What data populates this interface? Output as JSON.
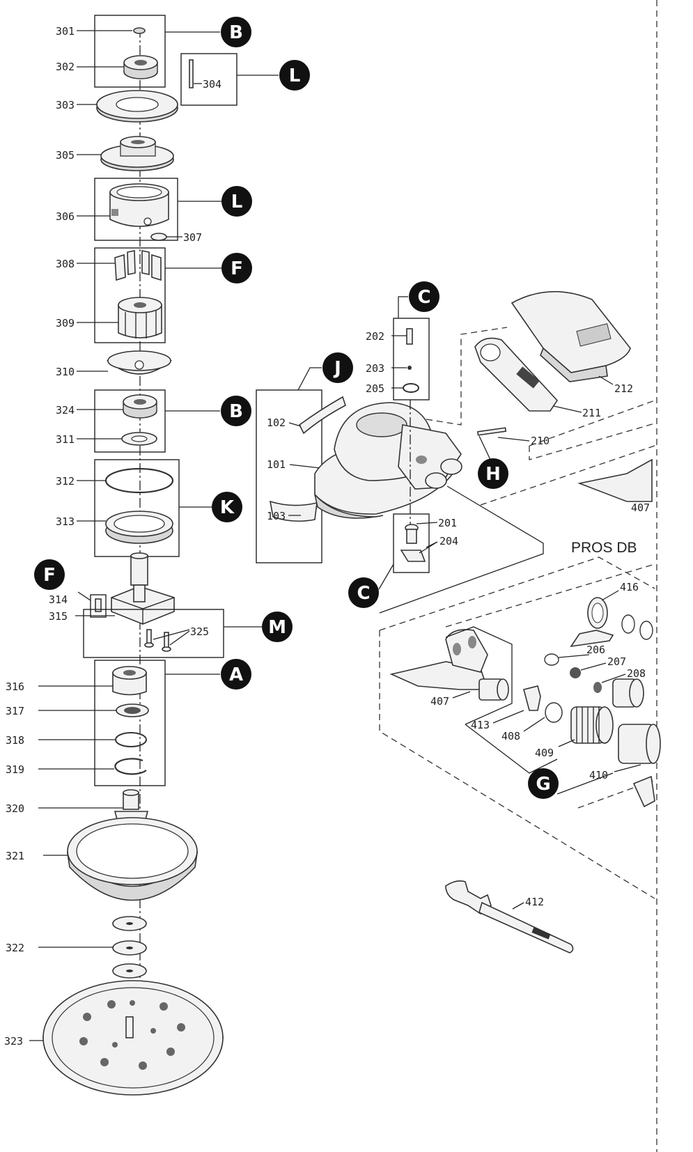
{
  "title": "PROS DB",
  "part_numbers": {
    "p301": "301",
    "p302": "302",
    "p303": "303",
    "p304": "304",
    "p305": "305",
    "p306": "306",
    "p307": "307",
    "p308": "308",
    "p309": "309",
    "p310": "310",
    "p324": "324",
    "p311": "311",
    "p312": "312",
    "p313": "313",
    "p314": "314",
    "p315": "315",
    "p325": "325",
    "p316": "316",
    "p317": "317",
    "p318": "318",
    "p319": "319",
    "p320": "320",
    "p321": "321",
    "p322": "322",
    "p323": "323",
    "p202": "202",
    "p203": "203",
    "p205": "205",
    "p201": "201",
    "p204": "204",
    "p212": "212",
    "p211": "211",
    "p210": "210",
    "p102": "102",
    "p101": "101",
    "p103": "103",
    "p416": "416",
    "p206": "206",
    "p207": "207",
    "p208": "208",
    "p407a": "407",
    "p407b": "407",
    "p413": "413",
    "p408": "408",
    "p409": "409",
    "p410": "410",
    "p412": "412"
  },
  "kit_groups": {
    "b1": "B",
    "l1": "L",
    "l2": "L",
    "f1": "F",
    "b2": "B",
    "k1": "K",
    "f2": "F",
    "m1": "M",
    "a1": "A",
    "c1": "C",
    "c2": "C",
    "j1": "J",
    "h1": "H",
    "g1": "G"
  },
  "colors": {
    "line": "#222222",
    "badge": "#111111",
    "badge_text": "#ffffff",
    "part_fill": "#f2f2f2"
  }
}
